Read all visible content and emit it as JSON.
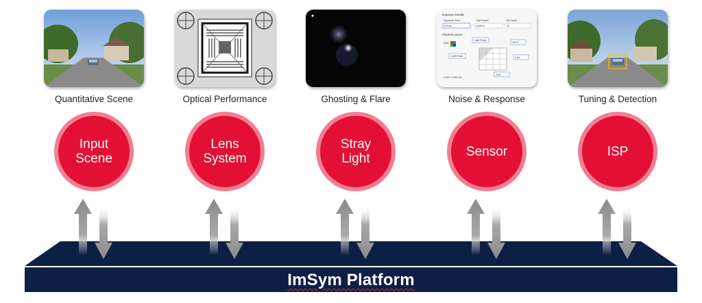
{
  "stages": [
    {
      "caption": "Quantitative Scene",
      "label": "Input\nScene",
      "thumb": "street-scene-photo"
    },
    {
      "caption": "Optical Performance",
      "label": "Lens\nSystem",
      "thumb": "resolution-test-chart"
    },
    {
      "caption": "Ghosting & Flare",
      "label": "Stray\nLight",
      "thumb": "flare-ghost-render"
    },
    {
      "caption": "Noise & Response",
      "label": "Sensor",
      "thumb": "sensor-settings-panel"
    },
    {
      "caption": "Tuning & Detection",
      "label": "ISP",
      "thumb": "detection-street-photo"
    }
  ],
  "sensor_panel": {
    "section1": "Exposure Details",
    "col1": "Exposure Time",
    "col2": "Well Depth",
    "col3": "Bit Depth",
    "val1": "0.5  ms",
    "val2": "6,000  e-",
    "val3": "12",
    "section2": "Physical Layout",
    "rgb": "RGB",
    "px_top": "1,440  Pixels",
    "px_left": "1,440  Pixels",
    "pct": "100  %",
    "um_right": "3  µm",
    "um_bottom": "3  µm",
    "dims": "4.320 × 3.240 mm"
  },
  "platform": {
    "title": "ImSym Platform"
  },
  "colors": {
    "circle_fill": "#e30f34",
    "circle_ring": "#f07f93",
    "platform_fill": "#0e1f45",
    "arrow_gray": "#8c8c8c"
  }
}
